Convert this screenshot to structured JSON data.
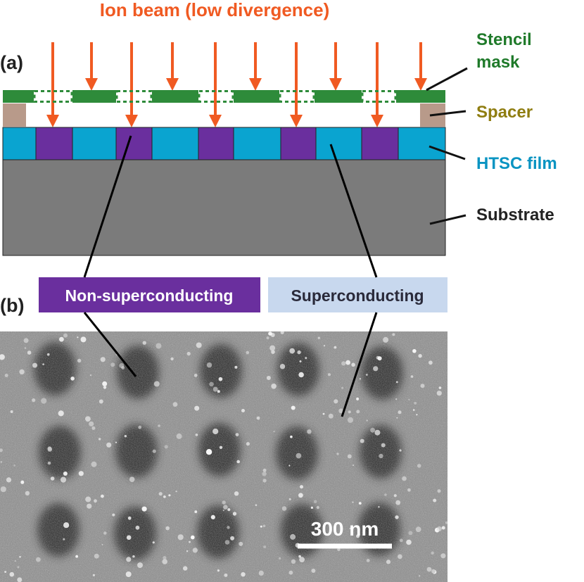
{
  "panel_a": {
    "label": "(a)",
    "beam_title": "Ion beam (low divergence)",
    "labels": {
      "stencil_line1": "Stencil",
      "stencil_line2": "mask",
      "spacer": "Spacer",
      "htsc": "HTSC film",
      "substrate": "Substrate"
    }
  },
  "panel_b": {
    "label": "(b)",
    "legend": {
      "non_superconducting": "Non-superconducting",
      "superconducting": "Superconducting"
    },
    "scale_bar": "300 nm"
  },
  "colors": {
    "beam": "#f05a22",
    "mask": "#2e8b3a",
    "spacer": "#b89a8a",
    "htsc": "#0aa4d0",
    "non_superconducting": "#6a2f9e",
    "superconducting_legend": "#c8d8ee",
    "substrate": "#7b7b7b",
    "spacer_label": "#8f7d10",
    "stencil_label": "#1f7a2a",
    "htsc_label": "#0a94c2"
  }
}
